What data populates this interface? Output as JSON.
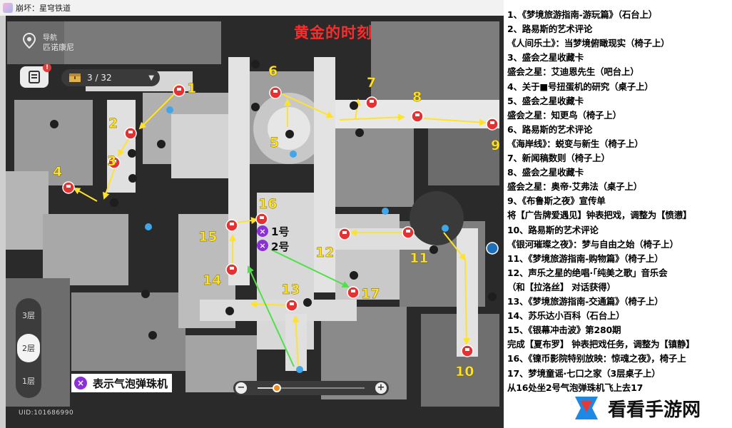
{
  "window": {
    "title": "崩坏：星穹铁道"
  },
  "map_title": "黄金的时刻",
  "nav": {
    "label": "导航",
    "location": "匹诺康尼"
  },
  "counter": {
    "value": "3 / 32"
  },
  "badge": "!",
  "floors": {
    "items": [
      "3层",
      "2层",
      "1层"
    ],
    "selected": "2层"
  },
  "zoom": {
    "level": 0.18
  },
  "uid": "UID:101686990",
  "legend": {
    "icon": "×",
    "text": "表示气泡弹珠机"
  },
  "markers": {
    "n1": "1",
    "n2": "2",
    "n3": "3",
    "n4": "4",
    "n5": "5",
    "n6": "6",
    "n7": "7",
    "n8": "8",
    "n9": "9",
    "n10": "10",
    "n11": "11",
    "n12": "12",
    "n13": "13",
    "n14": "14",
    "n15": "15",
    "n16": "16",
    "n17": "17",
    "p1": "1号",
    "p2": "2号",
    "x": "×"
  },
  "list": [
    "1、《梦境旅游指南-游玩篇》（石台上）",
    "2、路易斯的艺术评论",
    "《人间乐土》：当梦境俯瞰现实（椅子上）",
    "3、盛会之星收藏卡",
    "盛会之星：艾迪恩先生（吧台上）",
    "4、关于■号扭蛋机的研究（桌子上）",
    "5、盛会之星收藏卡",
    "盛会之星：知更鸟（椅子上）",
    "6、路易斯的艺术评论",
    "《海岸线》：蜕变与新生（椅子上）",
    "7、新闻稿数则（椅子上）",
    "8、盛会之星收藏卡",
    "盛会之星：奥帝·艾弗法（桌子上）",
    "9、《布鲁斯之夜》宣传单",
    "将【广告牌爱遇见】钟表把戏，调整为【愤懑】",
    "10、路易斯的艺术评论",
    "《银河璀璨之夜》：梦与自由之始（椅子上）",
    "11、《梦境旅游指南-购物篇》（椅子上）",
    "12、声乐之星的绝唱·「纯美之歌」音乐会",
    "（和【拉洛丝】 对话获得）",
    "13、《梦境旅游指南-交通篇》（椅子上）",
    "14、苏乐达小百科（石台上）",
    "15、《银幕冲击波》第280期",
    "完成【夏布罗】 钟表把戏任务，调整为【镇静】",
    "16、《镍币影院特别放映：惊魂之夜》，椅子上",
    "17、梦境童谣·七口之家（3层桌子上）",
    "从16处坐2号气泡弹珠机飞上去17"
  ],
  "watermark": {
    "text": "看看手游网"
  },
  "colors": {
    "title_red": "#ff2a2a",
    "number_yellow": "#ffe22a",
    "arrow_green": "#4fe04a",
    "marker_red": "#e43131",
    "legend_purple": "#8b2fd8",
    "zoom_orange": "#f08a1c"
  }
}
